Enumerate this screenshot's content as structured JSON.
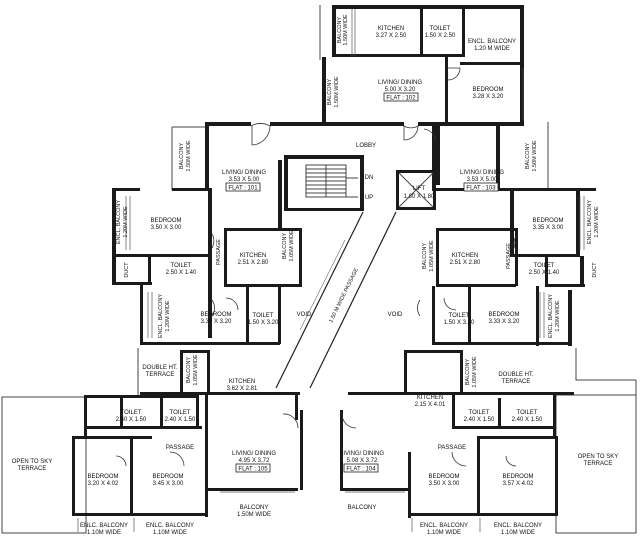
{
  "labels": {
    "kitchen_102": "KITCHEN",
    "kitchen_102_size": "3.27 X 2.50",
    "toilet_102": "TOILET",
    "toilet_102_size": "1.50 X 2.50",
    "encl_balcony_102": "ENCL. BALCONY",
    "encl_balcony_102_w": "1.20 M WIDE",
    "living_102": "LIVING/ DINING",
    "living_102_size": "5.00 X 3.20",
    "flat_102": "FLAT : 102",
    "bedroom_102": "BEDROOM",
    "bedroom_102_size": "3.28 X 3.20",
    "balcony_102_a": "BALCONY",
    "balcony_102_a_w": "1.50M WIDE",
    "balcony_102_b": "BALCONY",
    "balcony_102_b_w": "1.50M WIDE",
    "lobby": "LOBBY",
    "balcony_101": "BALCONY",
    "balcony_101_w": "1.50M WIDE",
    "living_101": "LIVING/ DINING",
    "living_101_size": "3.53 X 5.00",
    "flat_101": "FLAT : 101",
    "dn": "DN",
    "up": "UP",
    "lift": "LIFT",
    "lift_size": "1.80 X 1.80",
    "living_103": "LIVING/ DINING",
    "living_103_size": "3.53 X 5.00",
    "flat_103": "FLAT : 103",
    "balcony_103": "BALCONY",
    "balcony_103_w": "1.50M WIDE",
    "encl_balcony_101": "ENCL. BALCONY",
    "encl_balcony_101_w": "1.20M WIDE",
    "bedroom_101": "BEDROOM",
    "bedroom_101_size": "3.50 X 3.00",
    "passage_101": "PASSAGE",
    "kitchen_101": "KITCHEN",
    "kitchen_101_size": "2.51 X 2.80",
    "balcony_k101": "BALCONY",
    "balcony_k101_w": "1.05M WIDE",
    "passage_central": "1.50 M WIDE PASSAGE",
    "balcony_k103": "BALCONY",
    "balcony_k103_w": "1.05M WIDE",
    "kitchen_103": "KITCHEN",
    "kitchen_103_size": "2.51 X 2.80",
    "passage_103": "PASSAGE",
    "bedroom_103": "BEDROOM",
    "bedroom_103_size": "3.35 X 3.00",
    "encl_balcony_103": "ENCL. BALCONY",
    "encl_balcony_103_w": "1.20M WIDE",
    "toilet_101": "TOILET",
    "toilet_101_size": "2.50 X 1.40",
    "duct_l": "DUCT",
    "toilet_103": "TOILET",
    "toilet_103_size": "2.50 X 1.40",
    "duct_r": "DUCT",
    "encl_balcony_101b": "ENCL. BALCONY",
    "encl_balcony_101b_w": "1.20M WIDE",
    "bedroom_101b": "BEDROOM",
    "bedroom_101b_size": "3.33 X 3.20",
    "toilet_101b": "TOILET",
    "toilet_101b_size": "1.50 X 3.20",
    "void_l": "VOID",
    "void_r": "VOID",
    "toilet_103b": "TOILET",
    "toilet_103b_size": "1.50 X 3.20",
    "bedroom_103b": "BEDROOM",
    "bedroom_103b_size": "3.33 X 3.20",
    "encl_balcony_103b": "ENCL. BALCONY",
    "encl_balcony_103b_w": "1.20M WIDE",
    "double_ht_l": "DOUBLE HT.",
    "double_ht_l2": "TERRACE",
    "balcony_105": "BALCONY",
    "balcony_105_w": "1.05M WIDE",
    "balcony_104": "BALCONY",
    "balcony_104_w": "1.05M WIDE",
    "double_ht_r": "DOUBLE HT.",
    "double_ht_r2": "TERRACE",
    "kitchen_105": "KITCHEN",
    "kitchen_105_size": "3.62 X 2.81",
    "kitchen_104": "KITCHEN",
    "kitchen_104_size": "2.15 X 4.01",
    "toilet_105a": "TOILET",
    "toilet_105a_size": "2.40 X 1.50",
    "toilet_105b": "TOILET",
    "toilet_105b_size": "2.40 X 1.50",
    "toilet_104a": "TOILET",
    "toilet_104a_size": "2.40 X 1.50",
    "toilet_104b": "TOILET",
    "toilet_104b_size": "2.40 X 1.50",
    "passage_105": "PASSAGE",
    "passage_104": "PASSAGE",
    "open_l": "OPEN TO SKY",
    "open_l2": "TERRACE",
    "open_r": "OPEN TO SKY",
    "open_r2": "TERRACE",
    "living_105": "LIVING/ DINING",
    "living_105_size": "4.95 X 3.72",
    "flat_105": "FLAT : 105",
    "living_104": "LIVING/ DINING",
    "living_104_size": "5.08 X 3.72",
    "flat_104": "FLAT : 104",
    "bedroom_105a": "BEDROOM",
    "bedroom_105a_size": "3.20 X 4.02",
    "bedroom_105b": "BEDROOM",
    "bedroom_105b_size": "3.45 X 3.00",
    "bedroom_104a": "BEDROOM",
    "bedroom_104a_size": "3.50 X 3.00",
    "bedroom_104b": "BEDROOM",
    "bedroom_104b_size": "3.57 X 4.02",
    "balcony_105b": "BALCONY",
    "balcony_105b_w": "1.50M WIDE",
    "balcony_104b": "BALCONY",
    "enlc_balcony_l1": "ENLC. BALCONY",
    "enlc_balcony_l1_w": "1.10M WIDE",
    "enlc_balcony_l2": "ENLC. BALCONY",
    "enlc_balcony_l2_w": "1.10M WIDE",
    "encl_balcony_r1": "ENCL. BALCONY",
    "encl_balcony_r1_w": "1.10M WIDE",
    "encl_balcony_r2": "ENCL. BALCONY",
    "encl_balcony_r2_w": "1.10M WIDE"
  }
}
